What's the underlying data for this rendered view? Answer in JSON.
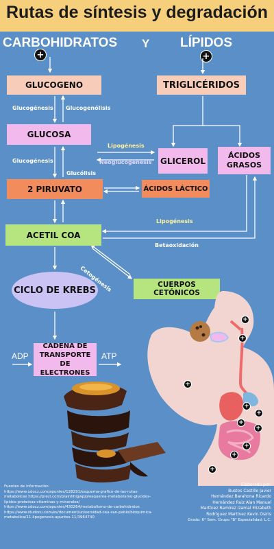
{
  "title": "Rutas de síntesis y degradación",
  "headers": {
    "left": "CARBOHIDRATOS",
    "middle": "Y",
    "right": "LÍPIDOS"
  },
  "plus_symbol": "+",
  "nodes": {
    "glucogeno": "GLUCOGENO",
    "glucosa": "GLUCOSA",
    "piruvato": "2 PIRUVATO",
    "acetil_coa": "ACETIL COA",
    "ciclo_krebs": "CICLO DE KREBS",
    "cadena": [
      "CADENA DE",
      "TRANSPORTE DE",
      "ELECTRONES"
    ],
    "trigliceridos": "TRIGLICÉRIDOS",
    "glicerol": "GLICEROL",
    "acidos_grasos": [
      "ÁCIDOS",
      "GRASOS"
    ],
    "acidos_lactico": "ÁCIDOS LÁCTICO",
    "cuerpos_cetonicos": "CUERPOS CETÓNICOS"
  },
  "labels": {
    "glucogenesis_1": "Glucogénesis",
    "glucogenolisis": "Glucogenólisis",
    "glucogenesis_2": "Glucogénesis",
    "glucolisis": "Glucólisis",
    "lipogenesis_1": "Lipogénesis",
    "neoglucogenesis": "Neoglucogénesis",
    "lipogenesis_2": "Lipogénesis",
    "betaoxidacion": "Betaoxidación",
    "cetogenesis": "Cetogénesis",
    "adp": "ADP",
    "atp": "ATP"
  },
  "sources": {
    "heading": "Fuentes de información:",
    "lines": [
      "https://www.udocz.com/apuntes/128291/esquema-grafico-de-las-rutas-",
      "metabolicas https://prezi.com/p/ainhhigwpjo/esquema-metabolismo-glucidos-",
      "lipidos-proteinas-vitaminas-y-minerales/",
      "https://www.udocz.com/apuntes/430264/metabolismo-de-carbohidratos",
      "https://www.studocu.com/es/document/universidad-ceu-san-pablo/bioquimica-",
      "metabolica/11-lipogenesis-apuntes-11/3964740"
    ]
  },
  "credits": {
    "heading": "Elaborado por:",
    "names": [
      "Bustos Castillo Javier",
      "Hernández Barahona Ricardo",
      "Hernández Ruiz Alan Manuel",
      "Martínez Ramírez Izamal Elizabeth",
      "Rodríguez Martínez Kevin Osiris"
    ],
    "footer": "Grado: 6° Sem.    Grupo \"B\"   Especialidad: L.C."
  },
  "colors": {
    "background": "#5b8fc7",
    "title_bar": "#f6cf7c",
    "salmon": "#f7cdb9",
    "pink": "#f2b9ec",
    "orange": "#f28c5c",
    "green": "#b6e57f",
    "lilac": "#cbc3f4"
  }
}
